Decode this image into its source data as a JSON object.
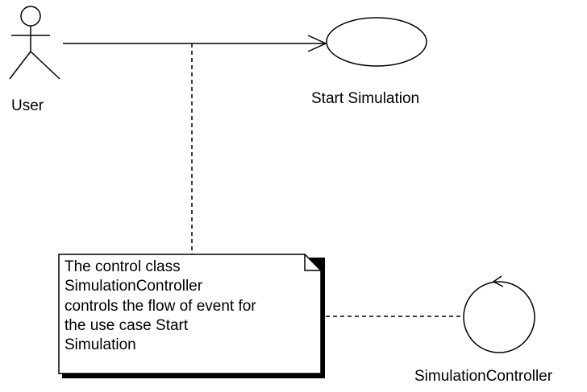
{
  "actor": {
    "label": "User",
    "icon": "stick-figure-icon"
  },
  "use_case": {
    "label": "Start Simulation",
    "icon": "ellipse-icon"
  },
  "control_class": {
    "label": "SimulationController",
    "icon": "control-circle-icon"
  },
  "note": {
    "lines": [
      "The control class",
      "SimulationController",
      "controls the flow of event for",
      "the use case Start",
      "Simulation"
    ]
  },
  "colors": {
    "stroke": "#000000",
    "background": "#ffffff"
  }
}
